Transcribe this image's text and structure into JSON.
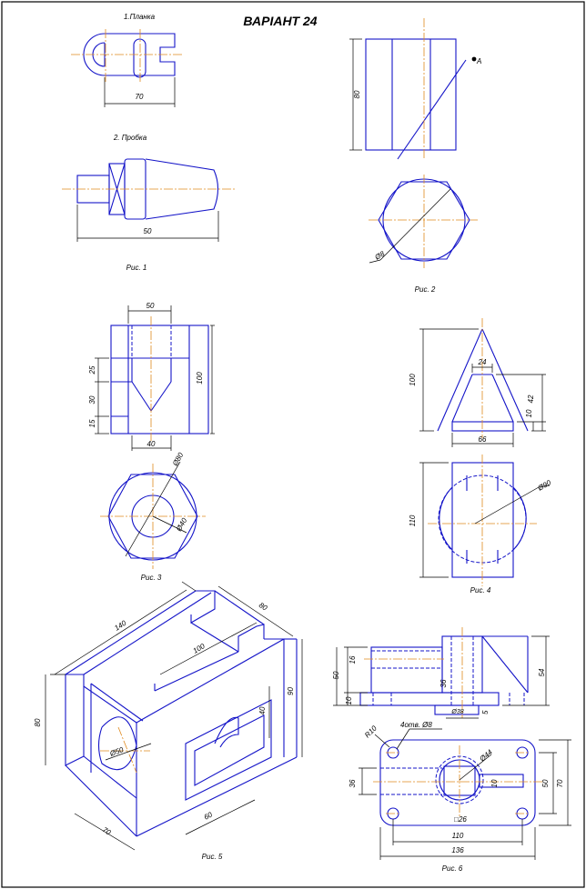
{
  "title": "ВАРІАНТ 24",
  "fig1": {
    "part1": "1.Планка",
    "part2": "2. Пробка",
    "dim_70": "70",
    "dim_50": "50",
    "caption": "Рис. 1"
  },
  "fig2": {
    "dim_80": "80",
    "angle_label": "А",
    "dim_diam": "Ø8",
    "caption": "Рис. 2"
  },
  "fig3": {
    "dim_50": "50",
    "dim_25": "25",
    "dim_30": "30",
    "dim_15": "15",
    "dim_100": "100",
    "dim_40": "40",
    "dim_d80": "Ø80",
    "dim_d40": "Ø40",
    "caption": "Рис. 3"
  },
  "fig4": {
    "dim_100": "100",
    "dim_24": "24",
    "dim_10": "10",
    "dim_42": "42",
    "dim_66": "66",
    "dim_110": "110",
    "dim_d90": "Ø90",
    "caption": "Рис. 4"
  },
  "fig5": {
    "dim_140": "140",
    "dim_80a": "80",
    "dim_100": "100",
    "dim_90": "90",
    "dim_80b": "80",
    "dim_40": "40",
    "dim_d50": "Ø50",
    "dim_60": "60",
    "dim_70": "70",
    "caption": "Рис. 5"
  },
  "fig6": {
    "dim_16": "16",
    "dim_50": "50",
    "dim_10": "10",
    "dim_36a": "36",
    "dim_54": "54",
    "dim_d38": "Ø38",
    "dim_5": "5",
    "holes": "4отв. Ø8",
    "dim_r10": "R10",
    "dim_d44": "Ø44",
    "dim_36b": "36",
    "dim_10b": "10",
    "dim_50b": "50",
    "dim_70": "70",
    "dim_26": "□26",
    "dim_110": "110",
    "dim_136": "136",
    "caption": "Рис. 6"
  },
  "colors": {
    "outline": "#1414c8",
    "centerline": "#e08a1e",
    "dimension": "#000000"
  }
}
